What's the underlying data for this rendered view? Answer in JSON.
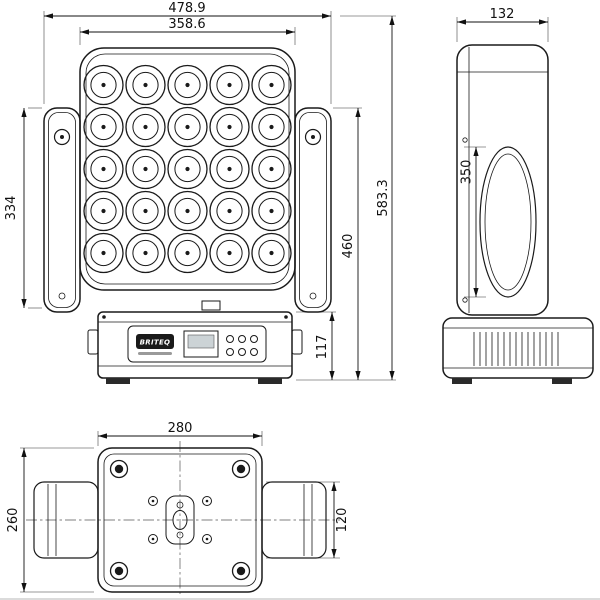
{
  "brand": "BRITEQ",
  "dimensions": {
    "front": {
      "total_width": "478.9",
      "head_width": "358.6",
      "yoke_height": "334",
      "body_height": "460",
      "total_height": "583.3",
      "base_height": "117"
    },
    "side": {
      "width": "132",
      "yoke_length": "350"
    },
    "bottom": {
      "base_width": "280",
      "base_depth": "260",
      "arm_width": "120"
    }
  }
}
